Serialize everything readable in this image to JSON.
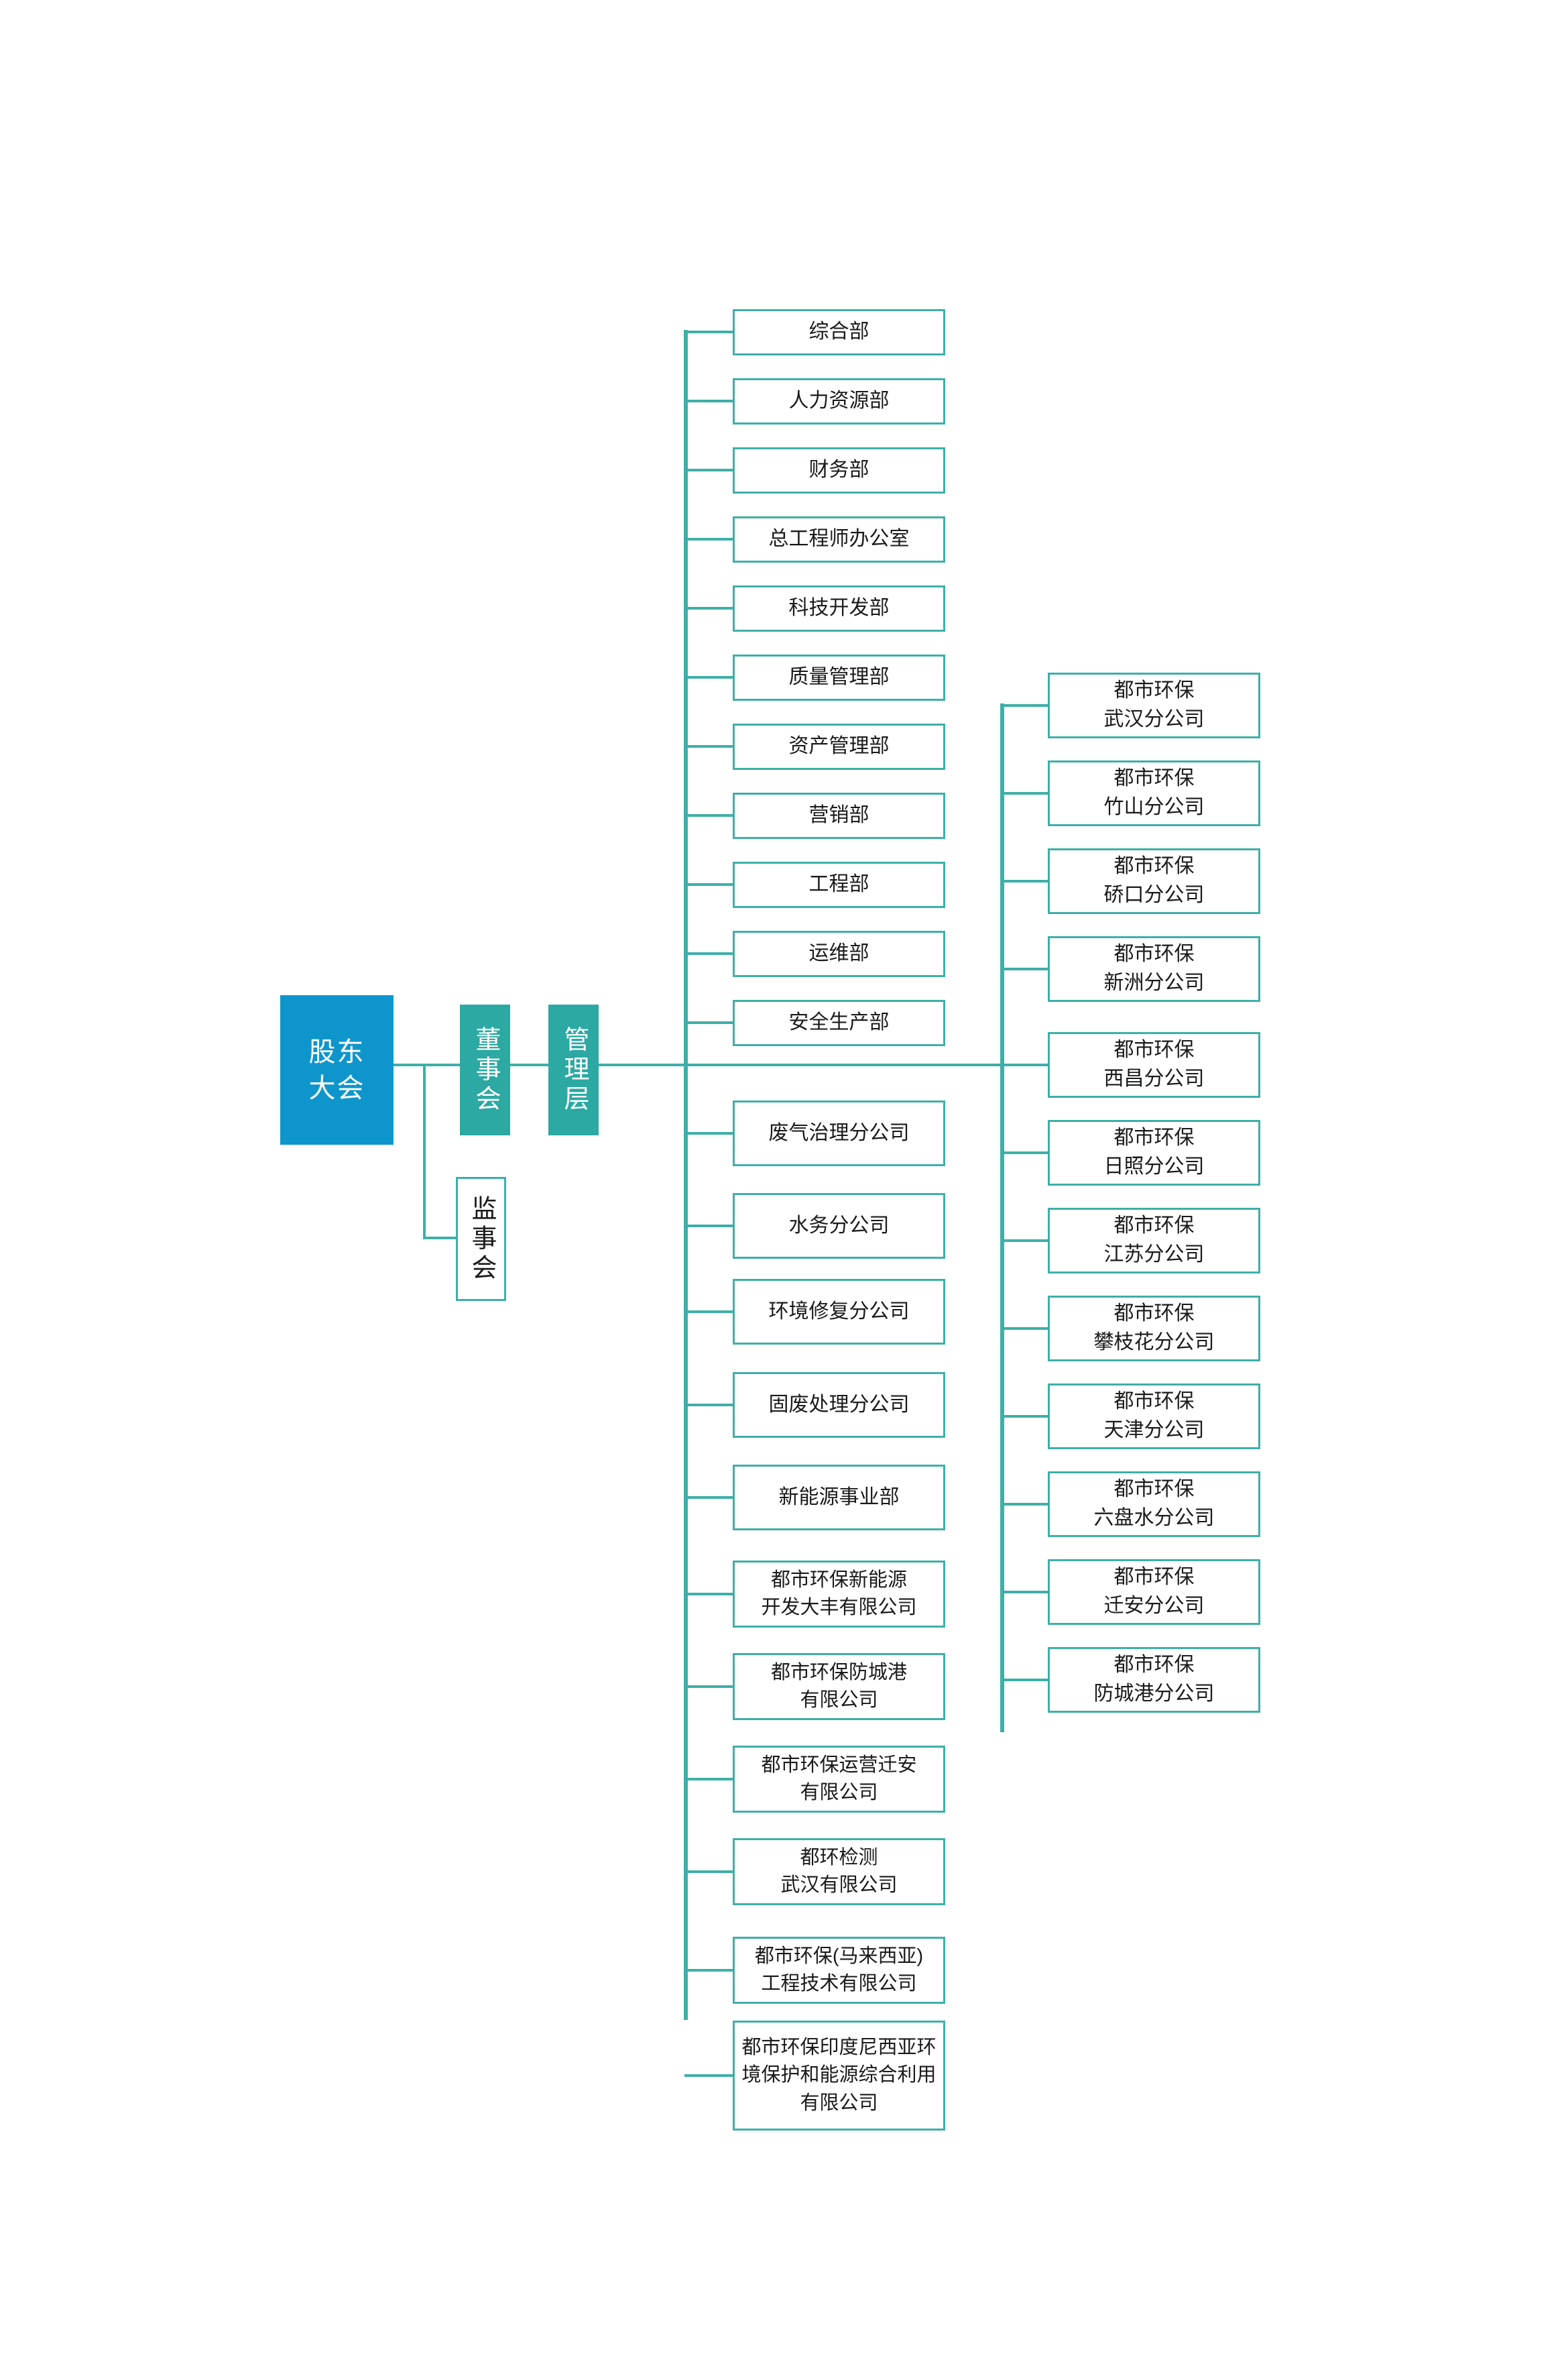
{
  "chart_title": "",
  "colors": {
    "blue": "#0E96CC",
    "teal": "#2BA9A2",
    "line": "#3EAFA8",
    "box_border": "#3EAFA8",
    "box_fill": "#FFFFFF",
    "text_dark": "#1A1A1A",
    "text_light": "#FFFFFF"
  },
  "governance": {
    "shareholders": "股东\n大会",
    "shareholders_line1": "股东",
    "shareholders_line2": "大会",
    "board": "董事会",
    "management": "管理层",
    "supervisors": "监事会"
  },
  "departments": [
    {
      "label": "综合部"
    },
    {
      "label": "人力资源部"
    },
    {
      "label": "财务部"
    },
    {
      "label": "总工程师办公室"
    },
    {
      "label": "科技开发部"
    },
    {
      "label": "质量管理部"
    },
    {
      "label": "资产管理部"
    },
    {
      "label": "营销部"
    },
    {
      "label": "工程部"
    },
    {
      "label": "运维部"
    },
    {
      "label": "安全生产部"
    },
    {
      "label": "废气治理分公司"
    },
    {
      "label": "水务分公司"
    },
    {
      "label": "环境修复分公司"
    },
    {
      "label": "固废处理分公司"
    },
    {
      "label": "新能源事业部"
    },
    {
      "label": "都市环保新能源\n开发大丰有限公司",
      "line1": "都市环保新能源",
      "line2": "开发大丰有限公司"
    },
    {
      "label": "都市环保防城港\n有限公司",
      "line1": "都市环保防城港",
      "line2": "有限公司"
    },
    {
      "label": "都市环保运营迁安\n有限公司",
      "line1": "都市环保运营迁安",
      "line2": "有限公司"
    },
    {
      "label": "都环检测\n武汉有限公司",
      "line1": "都环检测",
      "line2": "武汉有限公司"
    },
    {
      "label": "都市环保(马来西亚)\n工程技术有限公司",
      "line1": "都市环保(马来西亚)",
      "line2": "工程技术有限公司"
    },
    {
      "label": "都市环保印度尼西亚环\n境保护和能源综合利用\n有限公司",
      "line1": "都市环保印度尼西亚环",
      "line2": "境保护和能源综合利用",
      "line3": "有限公司"
    }
  ],
  "branches": [
    {
      "line1": "都市环保",
      "line2": "武汉分公司"
    },
    {
      "line1": "都市环保",
      "line2": "竹山分公司"
    },
    {
      "line1": "都市环保",
      "line2": "硚口分公司"
    },
    {
      "line1": "都市环保",
      "line2": "新洲分公司"
    },
    {
      "line1": "都市环保",
      "line2": "西昌分公司"
    },
    {
      "line1": "都市环保",
      "line2": "日照分公司"
    },
    {
      "line1": "都市环保",
      "line2": "江苏分公司"
    },
    {
      "line1": "都市环保",
      "line2": "攀枝花分公司"
    },
    {
      "line1": "都市环保",
      "line2": "天津分公司"
    },
    {
      "line1": "都市环保",
      "line2": "六盘水分公司"
    },
    {
      "line1": "都市环保",
      "line2": "迁安分公司"
    },
    {
      "line1": "都市环保",
      "line2": "防城港分公司"
    }
  ]
}
